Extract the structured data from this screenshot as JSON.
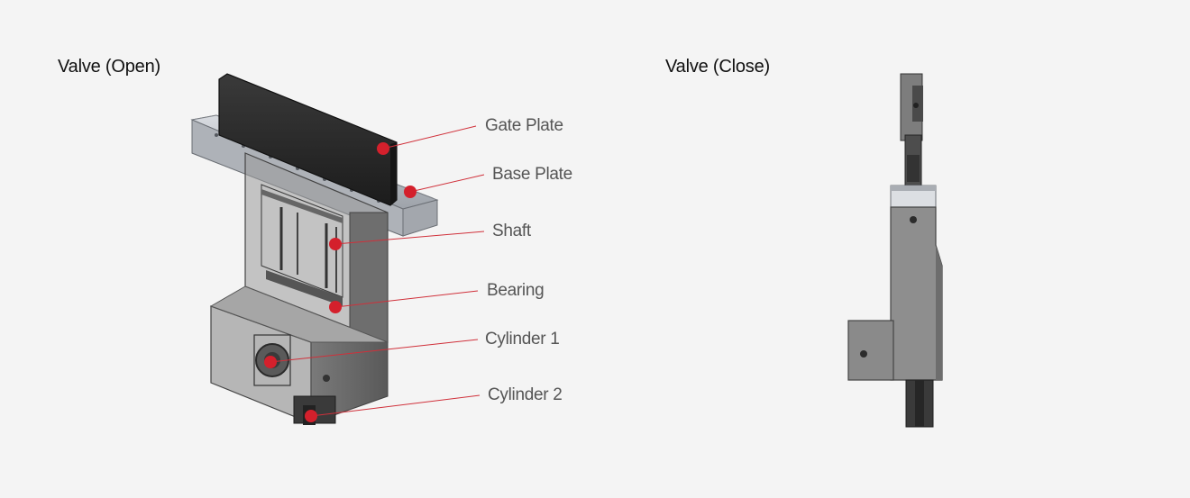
{
  "titles": {
    "open": "Valve (Open)",
    "close": "Valve (Close)"
  },
  "callouts": [
    {
      "id": "gate-plate",
      "label": "Gate Plate"
    },
    {
      "id": "base-plate",
      "label": "Base Plate"
    },
    {
      "id": "shaft",
      "label": "Shaft"
    },
    {
      "id": "bearing",
      "label": "Bearing"
    },
    {
      "id": "cylinder-1",
      "label": "Cylinder 1"
    },
    {
      "id": "cylinder-2",
      "label": "Cylinder 2"
    }
  ],
  "colors": {
    "background": "#f4f4f4",
    "leader_line": "#d0303a",
    "marker_dot": "#d4202c",
    "metal": "#8e8e8e",
    "gate_plate": "#2a2a2a"
  }
}
